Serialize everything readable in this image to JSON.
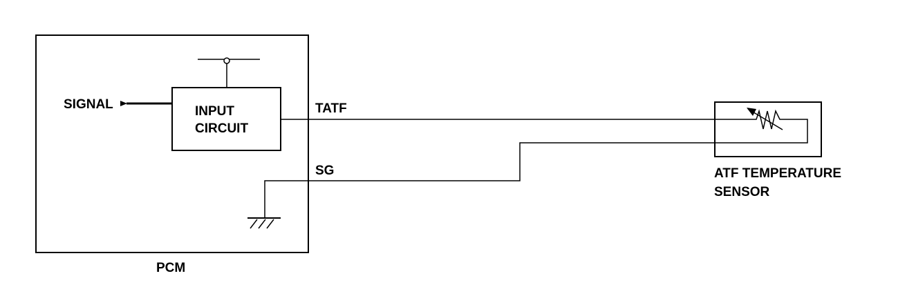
{
  "labels": {
    "signal": "SIGNAL",
    "input_circuit_line1": "INPUT",
    "input_circuit_line2": "CIRCUIT",
    "tatf": "TATF",
    "sg": "SG",
    "sensor_line1": "ATF TEMPERATURE",
    "sensor_line2": "SENSOR",
    "pcm": "PCM"
  },
  "colors": {
    "line": "#000000",
    "background": "#ffffff"
  },
  "icons": {
    "ground": "ground-symbol-icon",
    "thermistor": "variable-resistor-icon",
    "terminal": "power-terminal-icon",
    "arrow": "arrow-left-icon"
  }
}
